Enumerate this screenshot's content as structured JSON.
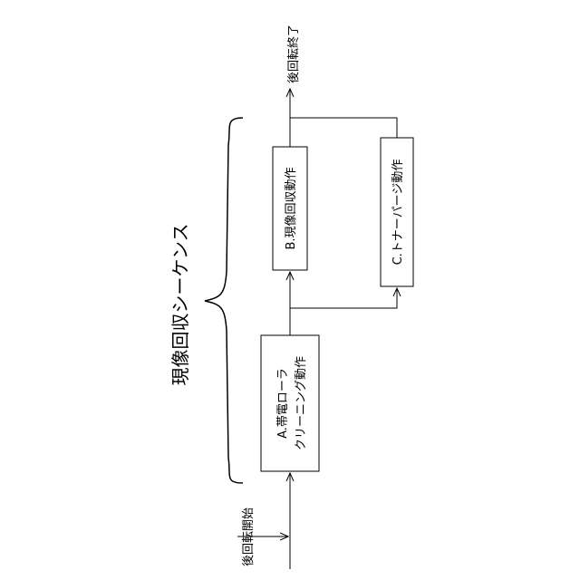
{
  "sequence_title": "現像回収シーケンス",
  "start_label": "後回転開始",
  "end_label": "後回転終了",
  "box_a": {
    "line1": "A.帯電ローラ",
    "line2": "クリーニング動作"
  },
  "box_b": {
    "label": "B.現像回収動作"
  },
  "box_c": {
    "label": "C.トナーパージ動作"
  },
  "colors": {
    "stroke": "#000000",
    "background": "#ffffff"
  }
}
